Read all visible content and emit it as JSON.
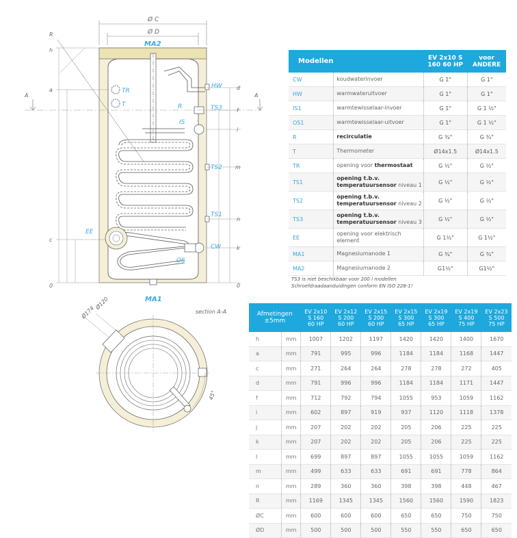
{
  "drawing": {
    "dim_c": "Ø C",
    "dim_d": "Ø D",
    "top_anode": "MA2",
    "bottom_anode": "MA1",
    "left_markers": [
      "R",
      "h",
      "a",
      "c",
      "0"
    ],
    "right_markers": [
      "d",
      "f",
      "i",
      "m",
      "n",
      "k",
      "0"
    ],
    "section_marker": "A",
    "ports": {
      "hw": "HW",
      "r": "R",
      "ts3": "TS3",
      "is": "IS",
      "ts2": "TS2",
      "ts1": "TS1",
      "cw": "CW",
      "os": "OS",
      "ee": "EE",
      "tr": "TR",
      "t": "T"
    },
    "section_title": "section A-A",
    "angle1": "Ø174",
    "angle2": "Ø120",
    "angle3": "45°"
  },
  "models": {
    "header": {
      "label": "Modellen",
      "col1": "EV 2x10 S 160 60 HP",
      "col2": "voor ANDERE"
    },
    "rows": [
      {
        "code": "CW",
        "desc": "koudwaterinvoer",
        "v1": "G 1\"",
        "v2": "G 1\""
      },
      {
        "code": "HW",
        "desc": "warmwateruitvoer",
        "v1": "G 1\"",
        "v2": "G 1\""
      },
      {
        "code": "IS1",
        "desc": "warmtewisselaar-invoer",
        "v1": "G 1\"",
        "v2": "G 1 ½\""
      },
      {
        "code": "OS1",
        "desc": "warmtewisselaar-uitvoer",
        "v1": "G 1\"",
        "v2": "G 1 ½\""
      },
      {
        "code": "R",
        "desc": "recirculatie",
        "v1": "G ¾\"",
        "v2": "G ¾\""
      },
      {
        "code": "T",
        "desc": "Thermometer",
        "v1": "Ø14x1.5",
        "v2": "Ø14x1.5"
      },
      {
        "code": "TR",
        "desc": "opening voor thermostaat",
        "v1": "G ½\"",
        "v2": "G ½\""
      },
      {
        "code": "TS1",
        "desc": "opening t.b.v. temperatuursensor niveau 1",
        "v1": "G ½\"",
        "v2": "G ½\""
      },
      {
        "code": "TS2",
        "desc": "opening t.b.v. temperatuursensor niveau 2",
        "v1": "G ½\"",
        "v2": "G ½\""
      },
      {
        "code": "TS3",
        "desc": "opening t.b.v. temperatuursensor niveau 3",
        "v1": "G ½\"",
        "v2": "G ½\""
      },
      {
        "code": "EE",
        "desc": "opening voor elektrisch element",
        "v1": "G 1½\"",
        "v2": "G 1½\""
      },
      {
        "code": "MA1",
        "desc": "Magnesiumanode 1",
        "v1": "G ¾\"",
        "v2": "G ¾\""
      },
      {
        "code": "MA2",
        "desc": "Magnesiumanode 2",
        "v1": "G1½\"",
        "v2": "G1½\""
      }
    ],
    "note_line1": "TS3 is niet beschikbaar voor 200 l modellen",
    "note_line2": "Schroefdraadaanduidingen conform EN ISO 228-1!"
  },
  "dimensions": {
    "header": {
      "label_line1": "Afmetingen",
      "label_line2": "±5mm",
      "models": [
        {
          "l1": "EV 2x10",
          "l2": "S 160",
          "l3": "60 HP"
        },
        {
          "l1": "EV 2x12",
          "l2": "S 200",
          "l3": "60 HP"
        },
        {
          "l1": "EV 2x15",
          "l2": "S 200",
          "l3": "60 HP"
        },
        {
          "l1": "EV 2x15",
          "l2": "S 300",
          "l3": "65 HP"
        },
        {
          "l1": "EV 2x19",
          "l2": "S 300",
          "l3": "65 HP"
        },
        {
          "l1": "EV 2x19",
          "l2": "S 400",
          "l3": "75 HP"
        },
        {
          "l1": "EV 2x23",
          "l2": "S 500",
          "l3": "75 HP"
        }
      ]
    },
    "rows": [
      {
        "code": "h",
        "unit": "mm",
        "values": [
          "1007",
          "1202",
          "1197",
          "1420",
          "1420",
          "1400",
          "1670"
        ]
      },
      {
        "code": "a",
        "unit": "mm",
        "values": [
          "791",
          "995",
          "996",
          "1184",
          "1184",
          "1168",
          "1447"
        ]
      },
      {
        "code": "c",
        "unit": "mm",
        "values": [
          "271",
          "264",
          "264",
          "278",
          "278",
          "272",
          "405"
        ]
      },
      {
        "code": "d",
        "unit": "mm",
        "values": [
          "791",
          "996",
          "996",
          "1184",
          "1184",
          "1171",
          "1447"
        ]
      },
      {
        "code": "f",
        "unit": "mm",
        "values": [
          "712",
          "792",
          "794",
          "1055",
          "953",
          "1059",
          "1162"
        ]
      },
      {
        "code": "i",
        "unit": "mm",
        "values": [
          "602",
          "897",
          "919",
          "937",
          "1120",
          "1118",
          "1378"
        ]
      },
      {
        "code": "j",
        "unit": "mm",
        "values": [
          "207",
          "202",
          "202",
          "205",
          "206",
          "225",
          "225"
        ]
      },
      {
        "code": "k",
        "unit": "mm",
        "values": [
          "207",
          "202",
          "202",
          "205",
          "206",
          "225",
          "225"
        ]
      },
      {
        "code": "l",
        "unit": "mm",
        "values": [
          "699",
          "897",
          "897",
          "1055",
          "1055",
          "1059",
          "1162"
        ]
      },
      {
        "code": "m",
        "unit": "mm",
        "values": [
          "499",
          "633",
          "633",
          "691",
          "691",
          "778",
          "864"
        ]
      },
      {
        "code": "n",
        "unit": "mm",
        "values": [
          "289",
          "360",
          "360",
          "398",
          "398",
          "448",
          "467"
        ]
      },
      {
        "code": "R",
        "unit": "mm",
        "values": [
          "1169",
          "1345",
          "1345",
          "1560",
          "1560",
          "1590",
          "1823"
        ]
      },
      {
        "code": "ØC",
        "unit": "mm",
        "values": [
          "600",
          "600",
          "600",
          "650",
          "650",
          "750",
          "750"
        ]
      },
      {
        "code": "ØD",
        "unit": "mm",
        "values": [
          "500",
          "500",
          "500",
          "550",
          "550",
          "650",
          "650"
        ]
      }
    ]
  }
}
